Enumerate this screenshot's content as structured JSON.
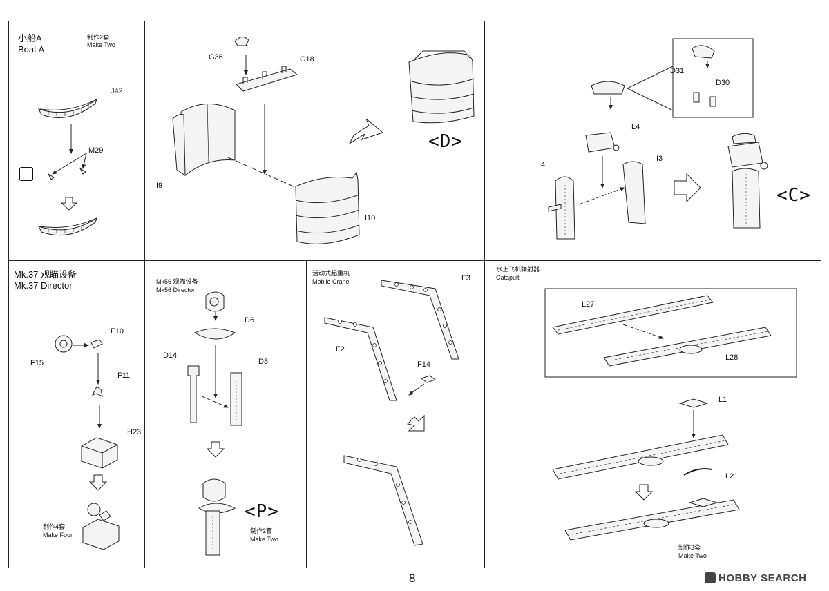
{
  "page": {
    "number": "8"
  },
  "watermark": {
    "text": "HOBBY SEARCH"
  },
  "panels": {
    "boat": {
      "title_cn": "小船A",
      "title_en": "Boat A",
      "qty_cn": "制作2套",
      "qty_en": "Make Two",
      "labels": {
        "j42": "J42",
        "m29": "M29"
      }
    },
    "funnel": {
      "labels": {
        "g36": "G36",
        "g18": "G18",
        "i9": "I9",
        "i10": "I10"
      },
      "marker": "<D>"
    },
    "tower": {
      "labels": {
        "d31": "D31",
        "d30": "D30",
        "l4": "L4",
        "i4": "I4",
        "i3": "I3"
      },
      "marker": "<C>"
    },
    "mk37": {
      "title_cn": "Mk.37 观瞄设备",
      "title_en": "Mk.37 Director",
      "qty_cn": "制作4套",
      "qty_en": "Make Four",
      "labels": {
        "f10": "F10",
        "f15": "F15",
        "f11": "F11",
        "h23": "H23"
      }
    },
    "mk56": {
      "title_cn": "Mk56 观瞄设备",
      "title_en": "Mk56 Director",
      "qty_cn": "制作2套",
      "qty_en": "Make Two",
      "labels": {
        "d6": "D6",
        "d14": "D14",
        "d8": "D8"
      },
      "marker": "<P>"
    },
    "crane": {
      "title_cn": "活动式起重机",
      "title_en": "Mobile Crane",
      "labels": {
        "f3": "F3",
        "f2": "F2",
        "f14": "F14"
      }
    },
    "catapult": {
      "title_cn": "水上飞机弹射器",
      "title_en": "Catapult",
      "qty_cn": "制作2套",
      "qty_en": "Make Two",
      "labels": {
        "l27": "L27",
        "l28": "L28",
        "l1": "L1",
        "l21": "L21"
      }
    }
  }
}
